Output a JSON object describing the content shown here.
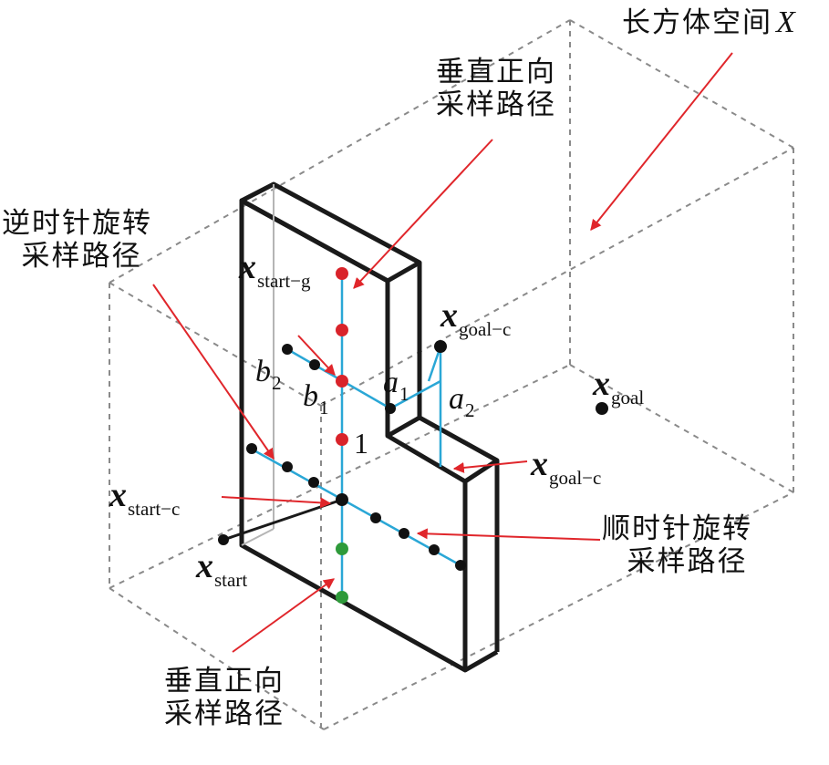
{
  "labels": {
    "space": "长方体空间",
    "space_symbol": "X",
    "vertical_path_top": [
      "垂直正向",
      "采样路径"
    ],
    "ccw_path": [
      "逆时针旋转",
      "采样路径"
    ],
    "cw_path": [
      "顺时针旋转",
      "采样路径"
    ],
    "vertical_path_bottom": [
      "垂直正向",
      "采样路径"
    ],
    "x_start_g": {
      "base": "x",
      "sub": "start−g"
    },
    "x_goal_c_upper": {
      "base": "x",
      "sub": "goal−c"
    },
    "x_goal": {
      "base": "x",
      "sub": "goal"
    },
    "x_goal_c_lower": {
      "base": "x",
      "sub": "goal−c"
    },
    "x_start_c": {
      "base": "x",
      "sub": "start−c"
    },
    "x_start": {
      "base": "x",
      "sub": "start"
    },
    "a1": {
      "base": "a",
      "sub": "1"
    },
    "a2": {
      "base": "a",
      "sub": "2"
    },
    "b1": {
      "base": "b",
      "sub": "1"
    },
    "b2": {
      "base": "b",
      "sub": "2"
    },
    "one": "1"
  },
  "colors": {
    "box_dashed": "#8a8a8a",
    "obstacle": "#1a1a1a",
    "path": "#2aa7d6",
    "arrow": "#e0262b",
    "node_red": "#d9232a",
    "node_black": "#111111",
    "node_green": "#2e9a3a"
  },
  "icons": {
    "node": "filled-circle",
    "pointer": "red-arrow"
  }
}
